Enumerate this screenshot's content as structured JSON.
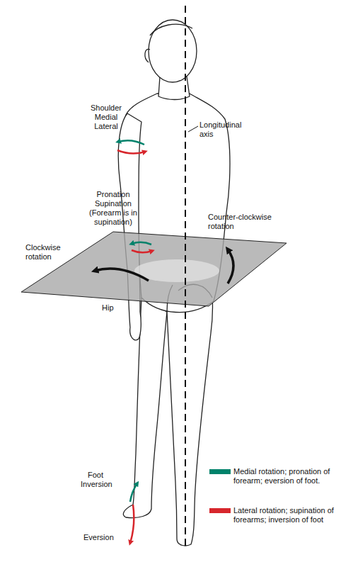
{
  "diagram": {
    "labels": [
      "Shoulder",
      "Medial",
      "Lateral",
      "Longitudinal axis",
      "Pronation",
      "Supination",
      "(Forearm is in supination)",
      "Counter-clockwise rotation",
      "Clockwise rotation",
      "Hip",
      "Foot",
      "Inversion",
      "Eversion"
    ],
    "legend": [
      {
        "text": "Medial rotation; pronation of forearm; eversion of foot.",
        "color": "#00826b"
      },
      {
        "text": "Lateral rotation; supination of forearms; inversion of foot",
        "color": "#d7262c"
      }
    ]
  }
}
